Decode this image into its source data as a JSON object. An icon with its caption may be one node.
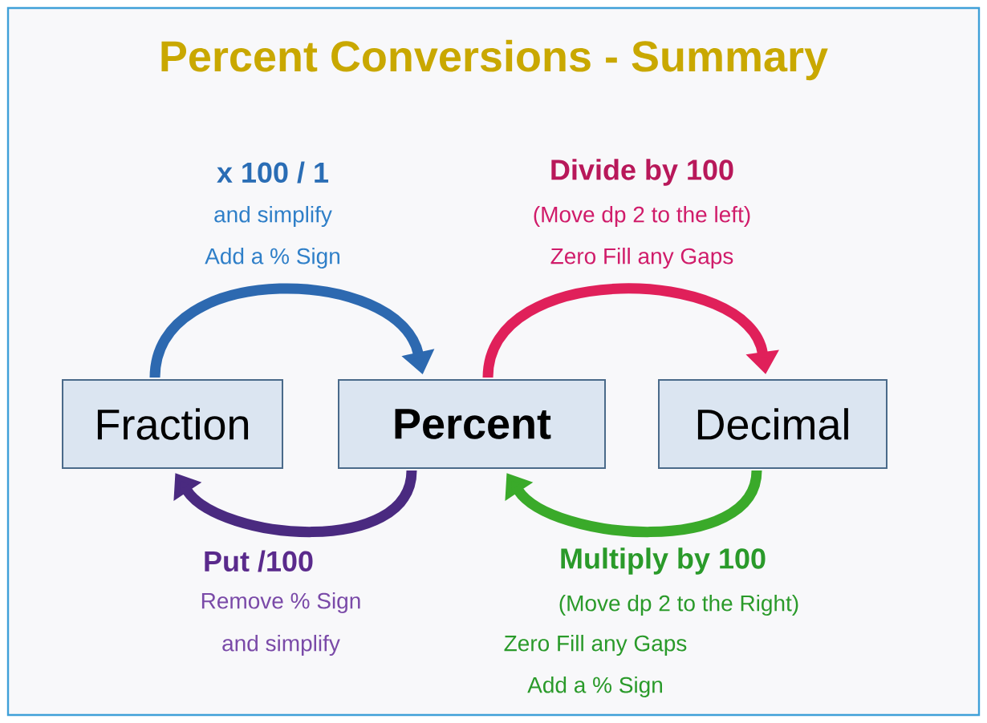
{
  "diagram": {
    "title": "Percent Conversions - Summary",
    "nodes": [
      {
        "text": [
          "Fraction"
        ]
      },
      {
        "text": [
          "Percent"
        ]
      },
      {
        "text": [
          "Decimal"
        ]
      }
    ],
    "edges": [
      {
        "from": 0,
        "to": 1,
        "arrow": "to",
        "label": "x 100 / 1",
        "color": "#2d69b0"
      },
      {
        "from": 1,
        "to": 2,
        "arrow": "to",
        "label": "Divide by 100",
        "color": "#e0205a"
      },
      {
        "from": 1,
        "to": 0,
        "arrow": "to",
        "label": "Put /100",
        "color": "#4a2a80"
      },
      {
        "from": 2,
        "to": 1,
        "arrow": "to",
        "label": "Multiply by 100",
        "color": "#3aaa2a"
      }
    ],
    "labels": [
      "and simplify",
      "Add a % Sign",
      "(Move dp 2 to the left)",
      "Zero Fill any Gaps",
      "Remove % Sign",
      "and simplify",
      "(Move dp 2 to the Right)",
      "Zero Fill any Gaps",
      "Add a % Sign"
    ]
  }
}
